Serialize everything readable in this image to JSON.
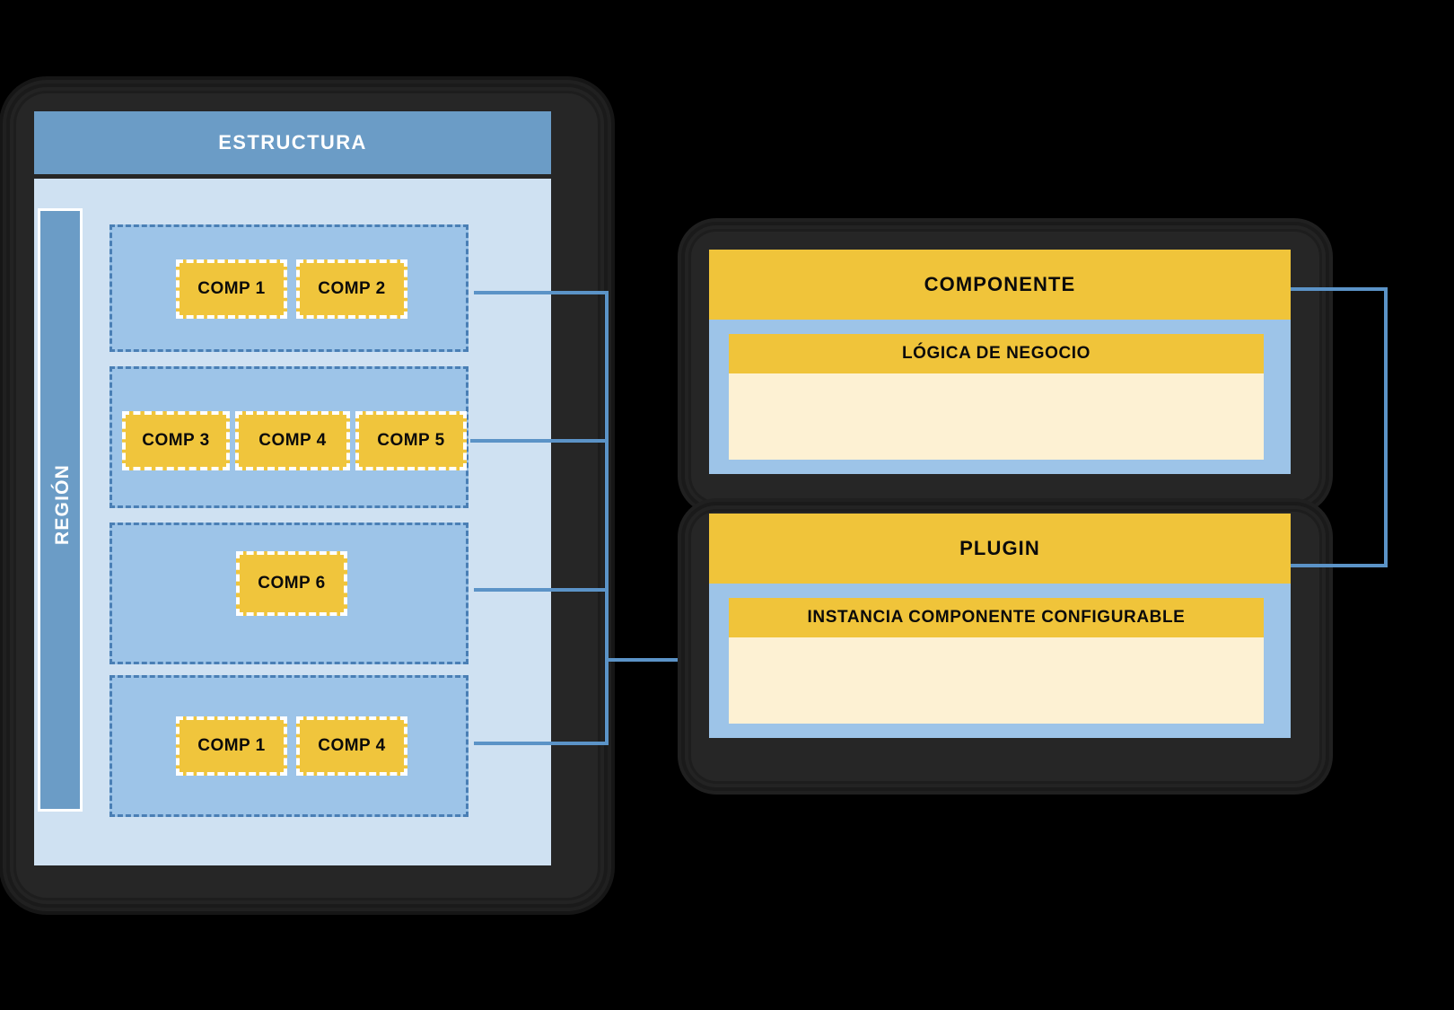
{
  "diagram": {
    "title_left": "ESTRUCTURA",
    "region_label": "REGIÓN",
    "colors": {
      "header_blue": "#6B9CC6",
      "panel_light_blue": "#CFE1F2",
      "group_blue": "#9DC4E8",
      "component_yellow": "#F0C53C",
      "cream": "#FDF1D3",
      "connector_blue": "#5B93C7",
      "shell_dark": "#262626",
      "dashed_border": "#4A7FB5",
      "white": "#FFFFFF"
    },
    "groups": [
      {
        "name": "group-1",
        "components": [
          "COMP 1",
          "COMP 2"
        ]
      },
      {
        "name": "group-2",
        "components": [
          "COMP 3",
          "COMP 4",
          "COMP 5"
        ]
      },
      {
        "name": "group-3",
        "components": [
          "COMP 6"
        ]
      },
      {
        "name": "group-4",
        "components": [
          "COMP 1",
          "COMP 4"
        ]
      }
    ],
    "right_panels": [
      {
        "name": "componente",
        "title": "COMPONENTE",
        "subtitle": "LÓGICA DE NEGOCIO"
      },
      {
        "name": "plugin",
        "title": "PLUGIN",
        "subtitle": "INSTANCIA COMPONENTE CONFIGURABLE"
      }
    ]
  }
}
